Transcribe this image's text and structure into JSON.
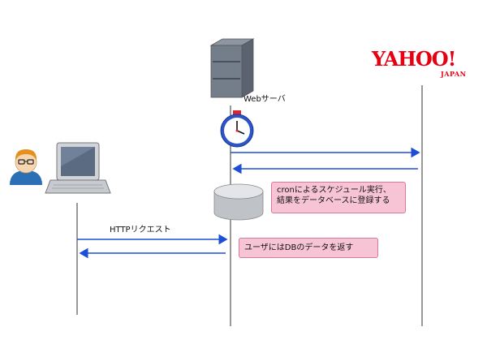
{
  "labels": {
    "web_server": "Webサーバ",
    "http_request": "HTTPリクエスト"
  },
  "notes": {
    "cron": "cronによるスケジュール実行、\n結果をデータベースに登録する",
    "return_db": "ユーザにはDBのデータを返す"
  },
  "logo": {
    "main": "YAHOO!",
    "sub": "JAPAN"
  },
  "colors": {
    "arrow": "#1d4fd6",
    "note_fill": "#f7c4d6",
    "logo_red": "#e60012"
  },
  "icons": [
    "user-icon",
    "laptop-icon",
    "server-icon",
    "clock-icon",
    "database-icon"
  ]
}
